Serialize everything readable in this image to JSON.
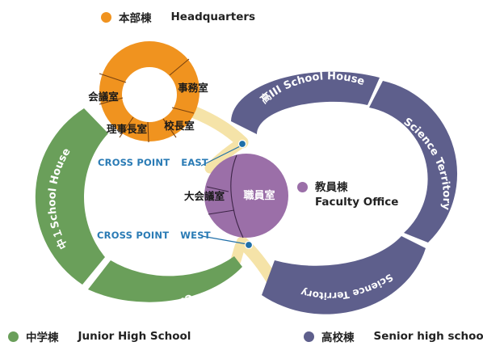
{
  "legend": {
    "headquarters": {
      "jp": "本部棟",
      "en": "Headquarters",
      "color": "#f0931f"
    },
    "faculty": {
      "jp": "教員棟",
      "en": "Faculty Office",
      "color": "#9b6fa8"
    },
    "junior": {
      "jp": "中学棟",
      "en": "Junior High School",
      "color": "#6a9f5a"
    },
    "senior": {
      "jp": "高校棟",
      "en": "Senior high school",
      "color": "#5e5f8c"
    }
  },
  "headquarters_rooms": {
    "conference": "会議室",
    "office": "事務室",
    "chairman": "理事長室",
    "principal": "校長室"
  },
  "faculty_rooms": {
    "staff_room": "職員室",
    "large_conference": "大会議室"
  },
  "crosspoints": {
    "east": {
      "label": "CROSS POINT",
      "dir": "EAST"
    },
    "west": {
      "label": "CROSS POINT",
      "dir": "WEST"
    }
  },
  "junior_zones": {
    "school_house": "中１School House",
    "culture_zone": "Culture Zone"
  },
  "senior_zones": {
    "school_house": "高III School House",
    "science_right": "Science Territory",
    "science_bottom": "Science Territory"
  },
  "colors": {
    "path": "#f5e3a8",
    "crosspoint_dot": "#1f6fa8"
  }
}
